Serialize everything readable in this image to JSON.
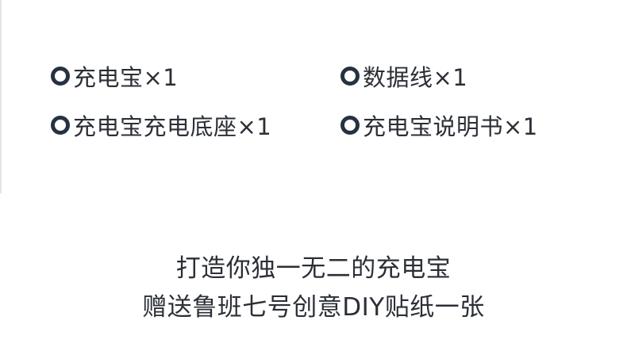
{
  "package_contents": {
    "items": [
      {
        "label": "充电宝×1"
      },
      {
        "label": "数据线×1"
      },
      {
        "label": "充电宝充电底座×1"
      },
      {
        "label": "充电宝说明书×1"
      }
    ]
  },
  "promo": {
    "line1": "打造你独一无二的充电宝",
    "line2": "赠送鲁班七号创意DIY贴纸一张"
  },
  "colors": {
    "bullet": "#263241",
    "text": "#2b2f36",
    "left_rule": "#e3e4e6"
  }
}
